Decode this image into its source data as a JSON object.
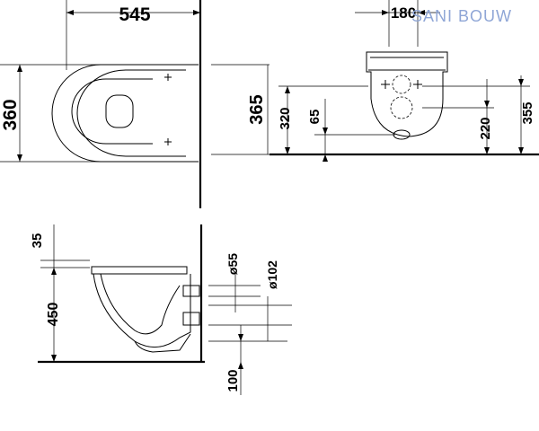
{
  "top_view": {
    "width_label": "545",
    "depth_label": "360"
  },
  "front_view": {
    "width_label": "180",
    "height_total_label": "365",
    "height_320_label": "320",
    "height_65_label": "65",
    "height_220_label": "220",
    "height_355_label": "355"
  },
  "side_view": {
    "label_35": "35",
    "label_450": "450",
    "label_d55": "ø55",
    "label_d102": "ø102",
    "label_100": "100"
  },
  "watermark": {
    "text": "SANI BOUW",
    "color": "#8fa6d6"
  }
}
